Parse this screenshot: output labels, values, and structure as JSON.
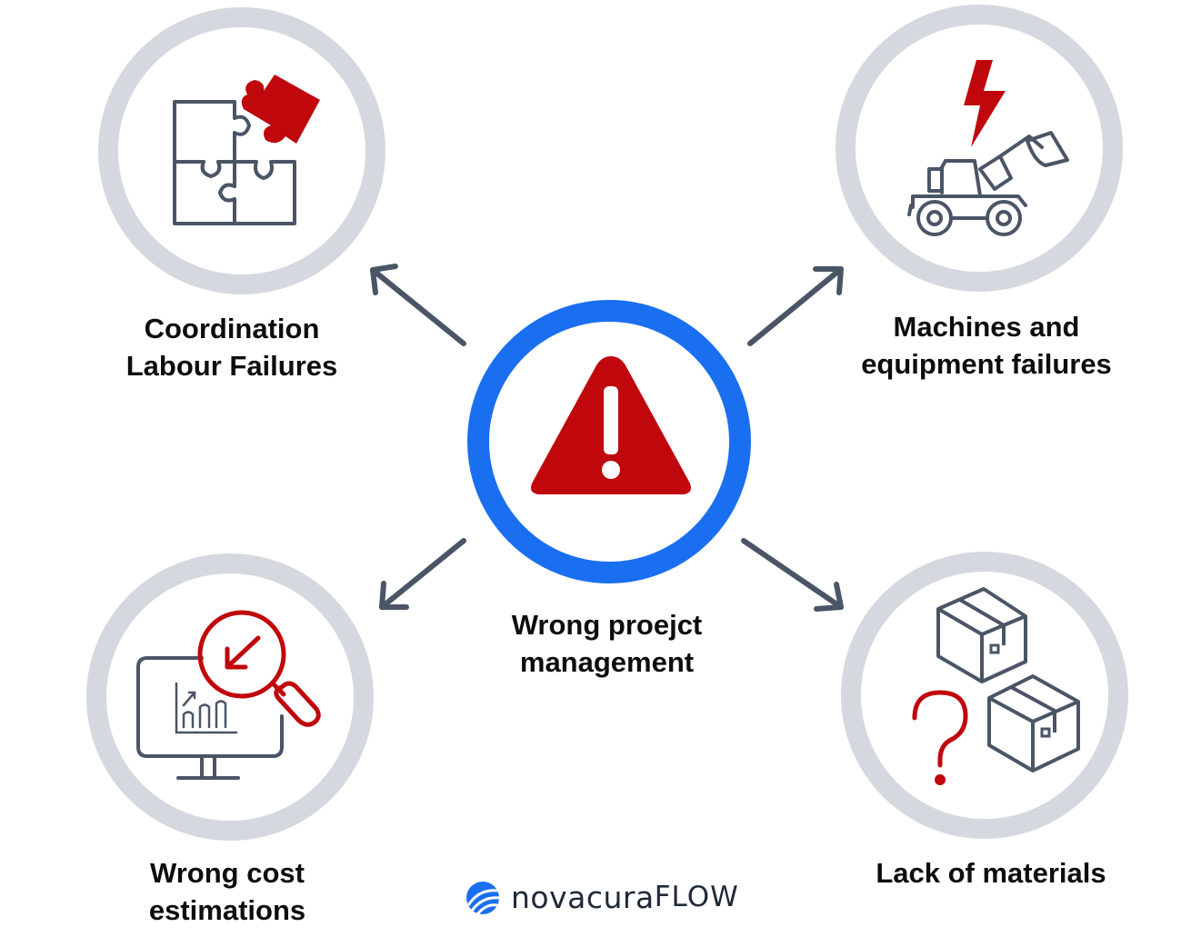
{
  "colors": {
    "ring": "#d5d9df",
    "center_ring": "#1a6ff0",
    "accent_red": "#c0070c",
    "icon_stroke": "#4a5566",
    "arrow": "#4a5566",
    "text": "#0d0d0d"
  },
  "center": {
    "line1": "Wrong proejct",
    "line2": "management",
    "icon": "warning-icon"
  },
  "nodes": {
    "coordination": {
      "line1": "Coordination",
      "line2": "Labour Failures",
      "icon": "puzzle-icon"
    },
    "machines": {
      "line1": "Machines and",
      "line2": "equipment failures",
      "icon": "loader-tractor-icon"
    },
    "cost": {
      "line1": "Wrong cost",
      "line2": "estimations",
      "icon": "monitor-magnifier-icon"
    },
    "materials": {
      "line1": "Lack of materials",
      "icon": "boxes-question-icon"
    }
  },
  "logo": {
    "part1": "novacura",
    "part2": "FLOW"
  }
}
